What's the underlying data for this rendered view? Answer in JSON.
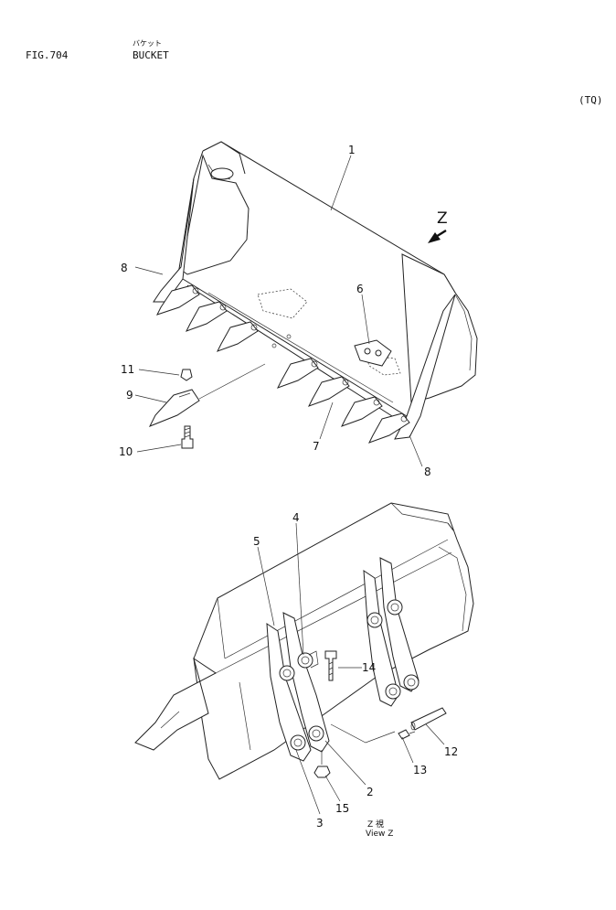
{
  "header": {
    "fig_label": "FIG.704",
    "title_kana": "バケット",
    "title": "BUCKET",
    "code": "(TQ)"
  },
  "callouts": {
    "c1": "1",
    "c2": "2",
    "c3": "3",
    "c4": "4",
    "c5": "5",
    "c6": "6",
    "c7": "7",
    "c8a": "8",
    "c8b": "8",
    "c9": "9",
    "c10": "10",
    "c11": "11",
    "c12": "12",
    "c13": "13",
    "c14": "14",
    "c15": "15"
  },
  "view_arrow_label": "Z",
  "view_caption": {
    "kana": "Z 視",
    "english": "View Z"
  }
}
